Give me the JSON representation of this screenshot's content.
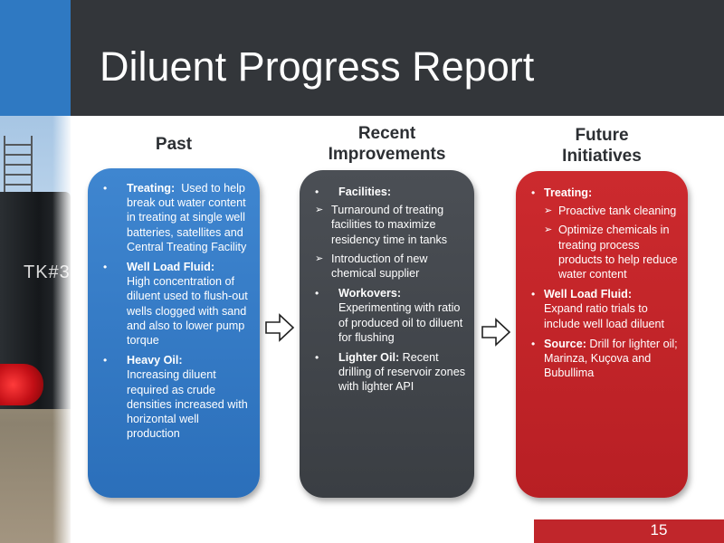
{
  "slide": {
    "title": "Diluent Progress Report",
    "page_number": "15",
    "photo_tank_label": "TK#3"
  },
  "colors": {
    "title_bar": "#33363a",
    "accent_blue": "#2f79c2",
    "box_blue": "#3478c4",
    "box_gray": "#43474c",
    "box_red": "#c2262b"
  },
  "columns": [
    {
      "heading_lines": [
        "Past"
      ],
      "items": [
        {
          "label": "Treating:",
          "text": "Used to help break out water content in treating at single well batteries, satellites and Central Treating Facility"
        },
        {
          "label": "Well Load Fluid:",
          "text": "High concentration of diluent used to flush-out wells clogged with sand and also to lower pump torque"
        },
        {
          "label": "Heavy Oil:",
          "text": "Increasing diluent required as crude densities increased with horizontal well production"
        }
      ]
    },
    {
      "heading_lines": [
        "Recent",
        "Improvements"
      ],
      "items": [
        {
          "label": "Facilities:",
          "subitems": [
            "Turnaround of treating facilities to maximize residency time in tanks",
            "Introduction of new chemical supplier"
          ]
        },
        {
          "label": "Workovers:",
          "text": "Experimenting with ratio of produced oil to diluent for flushing"
        },
        {
          "label": "Lighter Oil:",
          "text": "Recent drilling of reservoir zones with lighter API"
        }
      ]
    },
    {
      "heading_lines": [
        "Future",
        "Initiatives"
      ],
      "items": [
        {
          "label": "Treating:",
          "subitems": [
            "Proactive tank cleaning",
            "Optimize chemicals in treating process products to help reduce water content"
          ]
        },
        {
          "label": "Well Load Fluid:",
          "text": "Expand ratio trials to include well load diluent"
        },
        {
          "label": "Source:",
          "text": "Drill for lighter oil; Marinza, Kuçova and Bubullima"
        }
      ]
    }
  ],
  "icons": {
    "arrow": "arrow-right-icon",
    "bullet": "bullet-icon",
    "sub_bullet": "arrowhead-bullet-icon"
  }
}
